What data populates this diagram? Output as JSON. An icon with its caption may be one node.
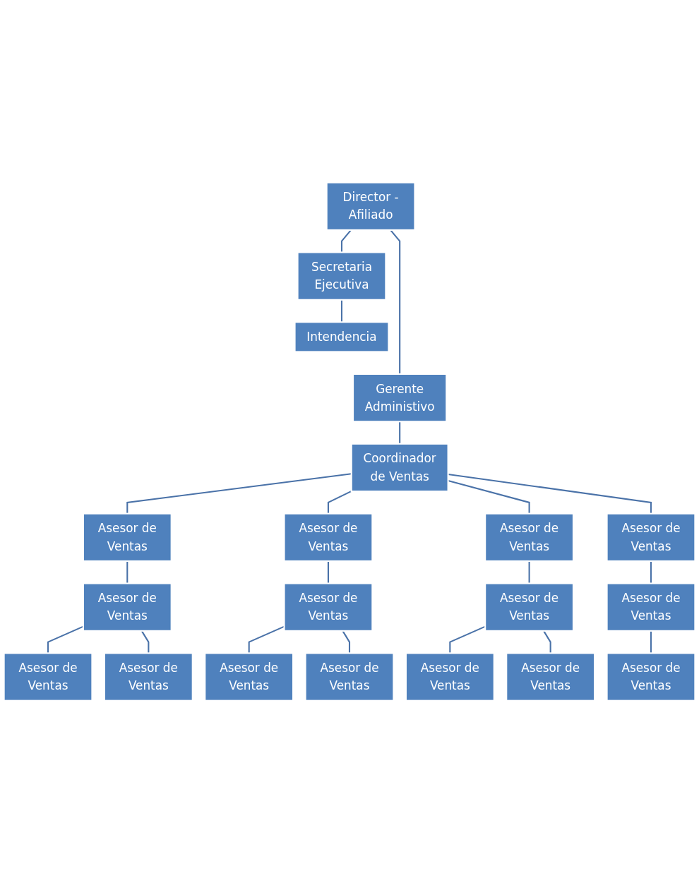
{
  "diagram": {
    "nodes": [
      {
        "text": [
          "Director - Afiliado"
        ]
      },
      {
        "text": [
          "Secretaria Ejecutiva"
        ]
      },
      {
        "text": [
          "Intendencia"
        ]
      },
      {
        "text": [
          "Gerente Administivo"
        ]
      },
      {
        "text": [
          "Coordinador de Ventas"
        ]
      },
      {
        "text": [
          "Asesor de Ventas"
        ]
      },
      {
        "text": [
          "Asesor de Ventas"
        ]
      },
      {
        "text": [
          "Asesor de Ventas"
        ]
      },
      {
        "text": [
          "Asesor de Ventas"
        ]
      },
      {
        "text": [
          "Asesor de Ventas"
        ]
      },
      {
        "text": [
          "Asesor de Ventas"
        ]
      },
      {
        "text": [
          "Asesor de Ventas"
        ]
      },
      {
        "text": [
          "Asesor de Ventas"
        ]
      },
      {
        "text": [
          "Asesor de Ventas"
        ]
      },
      {
        "text": [
          "Asesor de Ventas"
        ]
      },
      {
        "text": [
          "Asesor de Ventas"
        ]
      },
      {
        "text": [
          "Asesor de Ventas"
        ]
      },
      {
        "text": [
          "Asesor de Ventas"
        ]
      },
      {
        "text": [
          "Asesor de Ventas"
        ]
      },
      {
        "text": [
          "Asesor de Ventas"
        ]
      }
    ],
    "edges": [
      {
        "from": 0,
        "to": 1,
        "arrow": "none"
      },
      {
        "from": 1,
        "to": 2,
        "arrow": "none"
      },
      {
        "from": 0,
        "to": 3,
        "arrow": "none"
      },
      {
        "from": 3,
        "to": 4,
        "arrow": "none"
      },
      {
        "from": 4,
        "to": 5,
        "arrow": "none"
      },
      {
        "from": 4,
        "to": 6,
        "arrow": "none"
      },
      {
        "from": 4,
        "to": 7,
        "arrow": "none"
      },
      {
        "from": 4,
        "to": 8,
        "arrow": "none"
      },
      {
        "from": 5,
        "to": 9,
        "arrow": "none"
      },
      {
        "from": 6,
        "to": 10,
        "arrow": "none"
      },
      {
        "from": 7,
        "to": 11,
        "arrow": "none"
      },
      {
        "from": 8,
        "to": 12,
        "arrow": "none"
      },
      {
        "from": 9,
        "to": 13,
        "arrow": "none"
      },
      {
        "from": 9,
        "to": 17,
        "arrow": "none"
      },
      {
        "from": 10,
        "to": 14,
        "arrow": "none"
      },
      {
        "from": 10,
        "to": 18,
        "arrow": "none"
      },
      {
        "from": 11,
        "to": 15,
        "arrow": "none"
      },
      {
        "from": 11,
        "to": 19,
        "arrow": "none"
      },
      {
        "from": 12,
        "to": 16,
        "arrow": "none"
      }
    ]
  }
}
